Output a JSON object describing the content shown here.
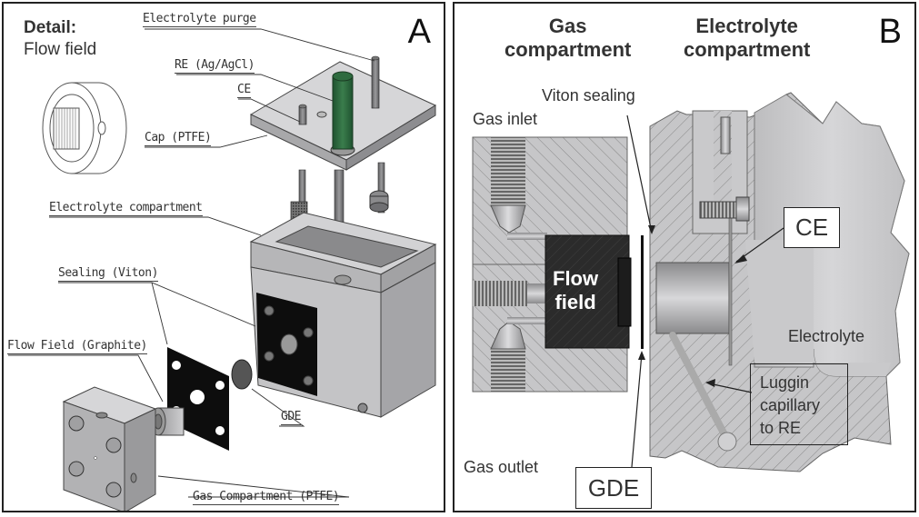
{
  "figure": {
    "panel_a": {
      "letter": "A",
      "detail_title": "Detail:",
      "detail_subtitle": "Flow field",
      "labels": {
        "electrolyte_purge": "Electrolyte purge",
        "re": "RE (Ag/AgCl)",
        "ce": "CE",
        "cap": "Cap (PTFE)",
        "electrolyte_compartment": "Electrolyte compartment",
        "sealing": "Sealing (Viton)",
        "flow_field": "Flow Field (Graphite)",
        "gde": "GDE",
        "gas_compartment": "Gas Compartment (PTFE)"
      },
      "colors": {
        "re_electrode": "#2e6b3f",
        "sealing": "#111111",
        "body": "#c8c8ca"
      }
    },
    "panel_b": {
      "letter": "B",
      "header_gas_line1": "Gas",
      "header_gas_line2": "compartment",
      "header_electrolyte_line1": "Electrolyte",
      "header_electrolyte_line2": "compartment",
      "labels": {
        "viton_sealing": "Viton sealing",
        "gas_inlet": "Gas inlet",
        "gas_outlet": "Gas outlet",
        "flow_field_line1": "Flow",
        "flow_field_line2": "field",
        "ce": "CE",
        "electrolyte": "Electrolyte",
        "luggin_line1": "Luggin",
        "luggin_line2": "capillary",
        "luggin_line3": "to RE",
        "gde": "GDE"
      },
      "colors": {
        "flow_field": "#2b2b2b",
        "hatch_body": "#c4c4c6",
        "electrolyte": "#d2d2d4"
      }
    }
  }
}
